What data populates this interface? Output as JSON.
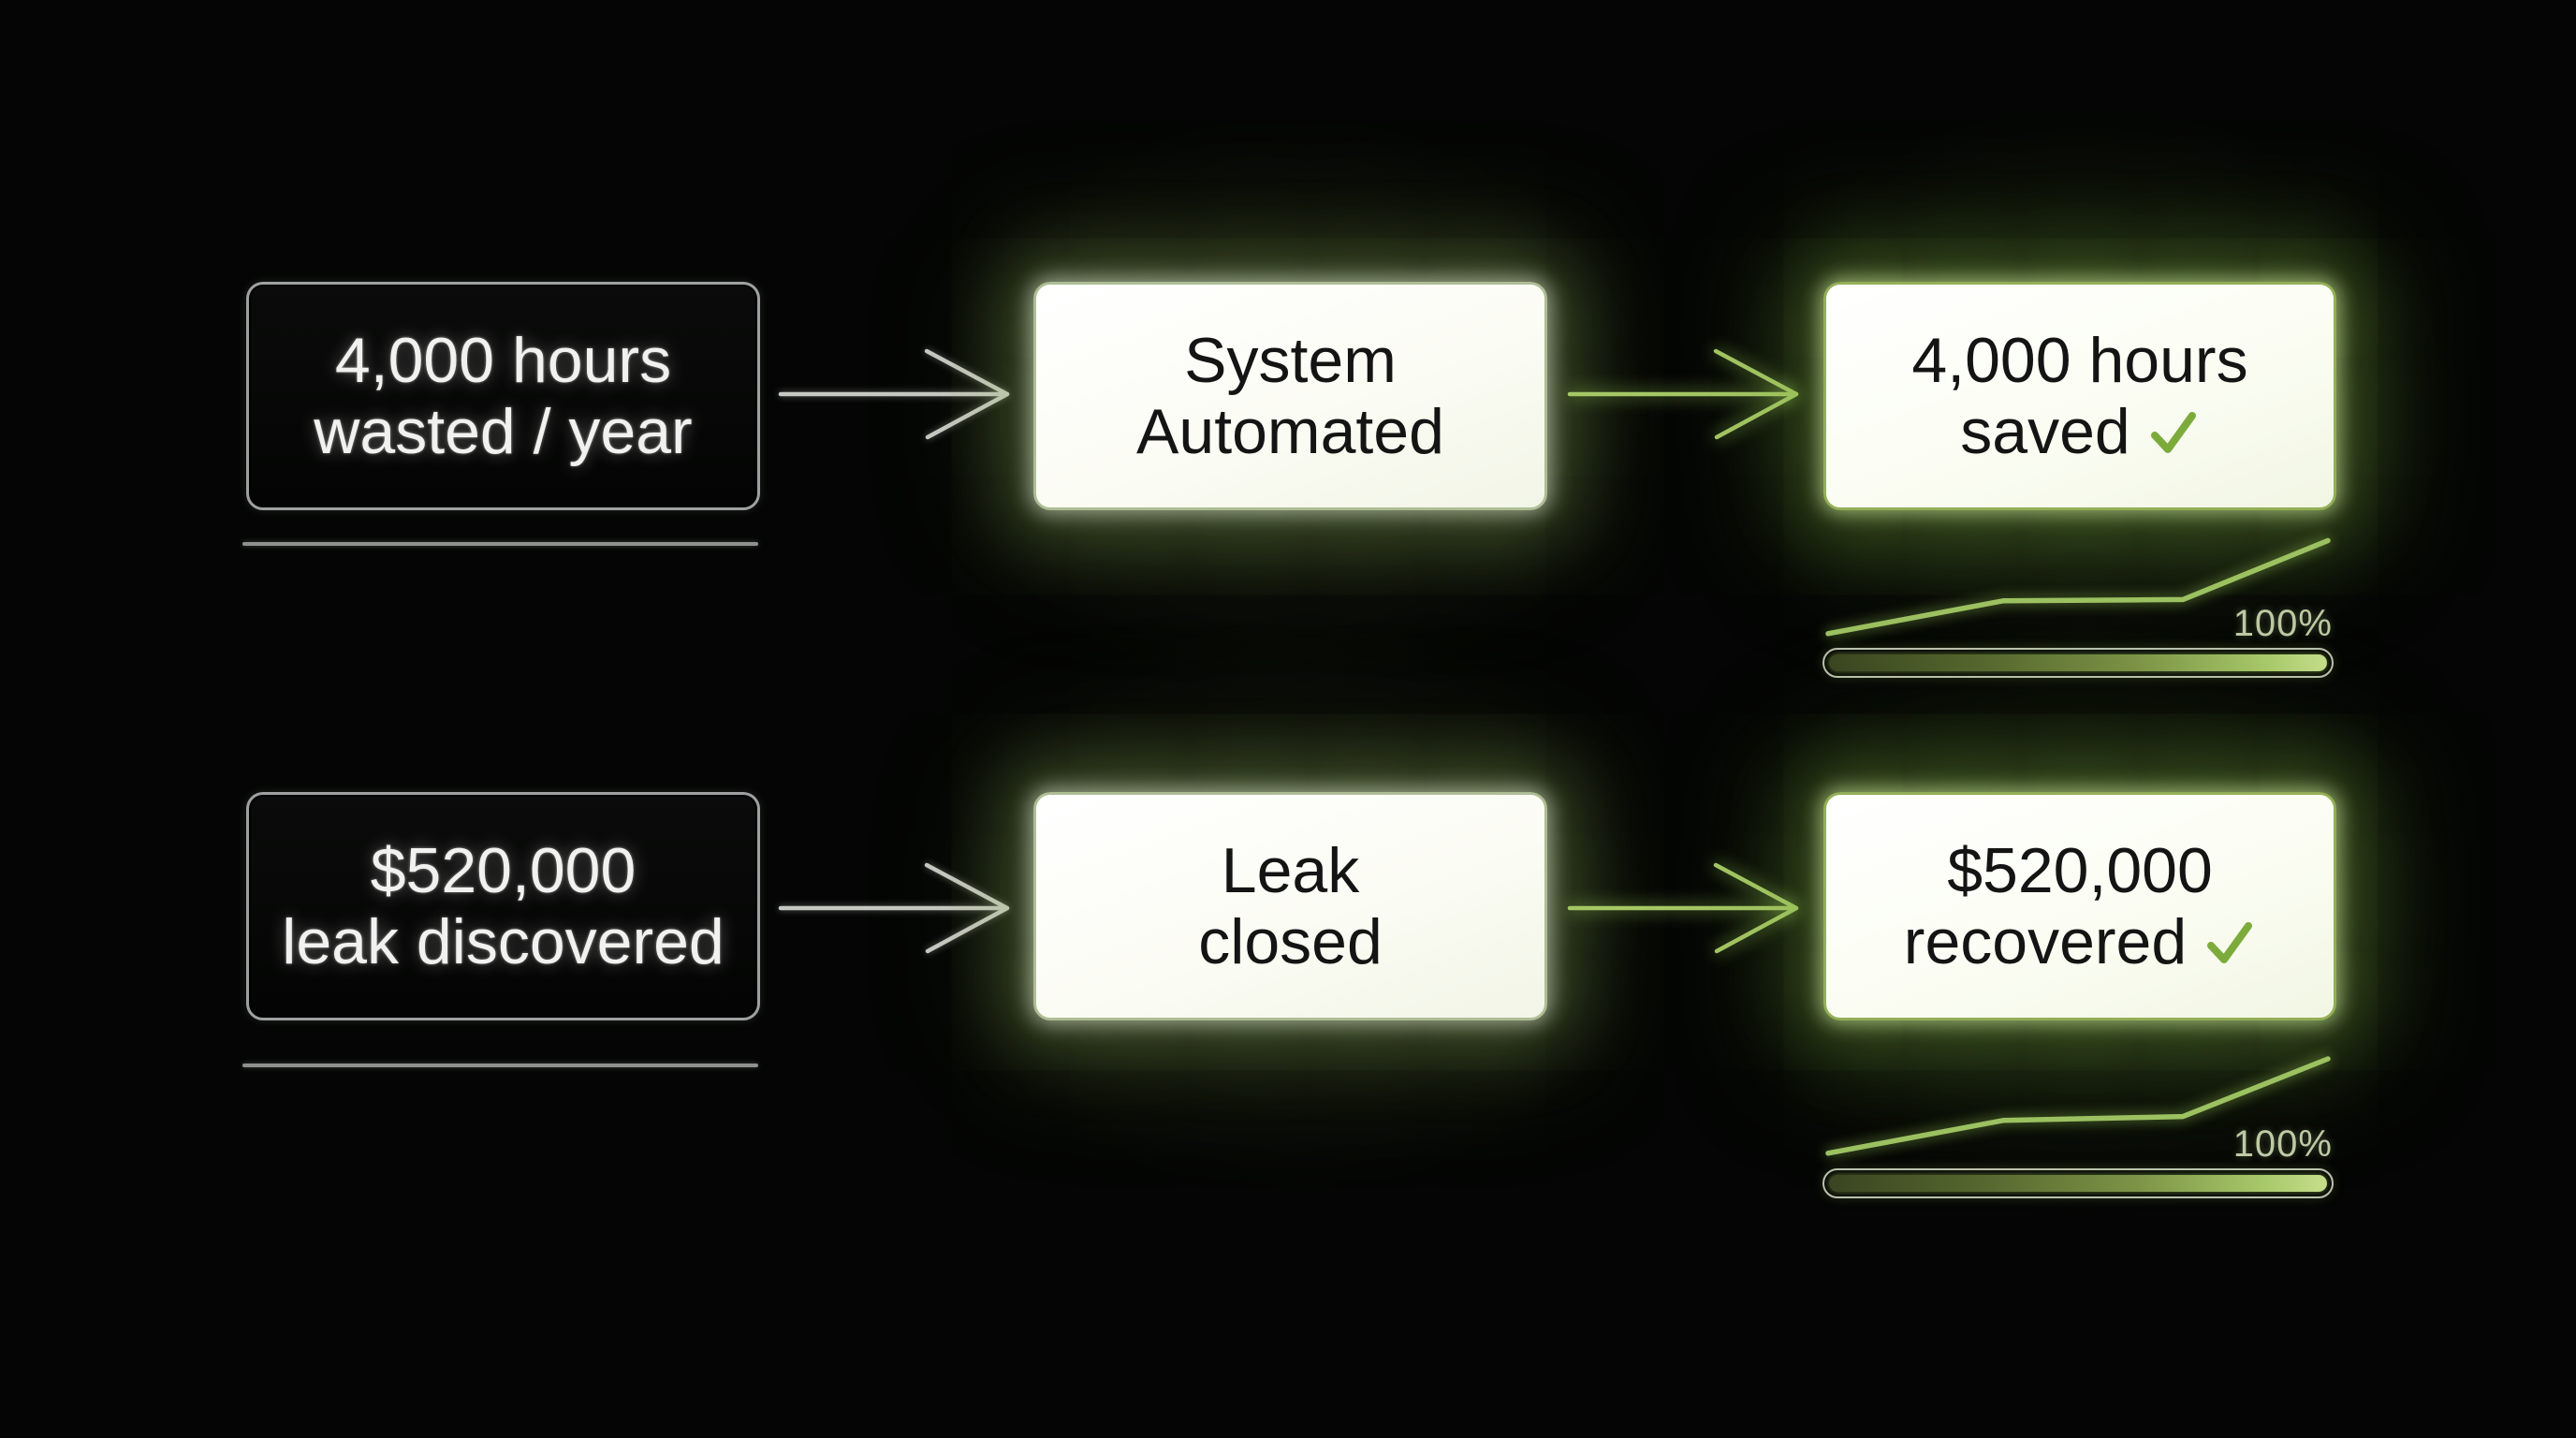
{
  "figure": {
    "type": "flow-infographic",
    "background": "#040504",
    "description": "Two before/after automation flows on black background"
  },
  "rows": [
    {
      "id": "hours",
      "source": {
        "line1": "4,000 hours",
        "line2": "wasted / year"
      },
      "process": {
        "line1": "System",
        "line2": "Automated"
      },
      "result": {
        "line1": "4,000 hours",
        "line2": "saved"
      },
      "trend": {
        "x": [
          0,
          35,
          71,
          100
        ],
        "y": [
          13,
          38,
          39,
          84
        ]
      },
      "progress": {
        "label": "100%",
        "percent": 100
      }
    },
    {
      "id": "money",
      "source": {
        "line1": "$520,000",
        "line2": "leak discovered"
      },
      "process": {
        "line1": "Leak",
        "line2": "closed"
      },
      "result": {
        "line1": "$520,000",
        "line2": "recovered"
      },
      "trend": {
        "x": [
          0,
          35,
          71,
          100
        ],
        "y": [
          13,
          38,
          41,
          85
        ]
      },
      "progress": {
        "label": "100%",
        "percent": 100
      }
    }
  ],
  "colors": {
    "accent_green": "#9cc161",
    "check_green": "#7cab3c",
    "arrow_gray": "#c6c8c2",
    "arrow_green": "#a5c765",
    "box_border_gray": "#9fa0a1",
    "result_border_green": "#93af57",
    "progress_fill_bright": "#c6de8c",
    "progress_label": "#bdc9a3"
  }
}
